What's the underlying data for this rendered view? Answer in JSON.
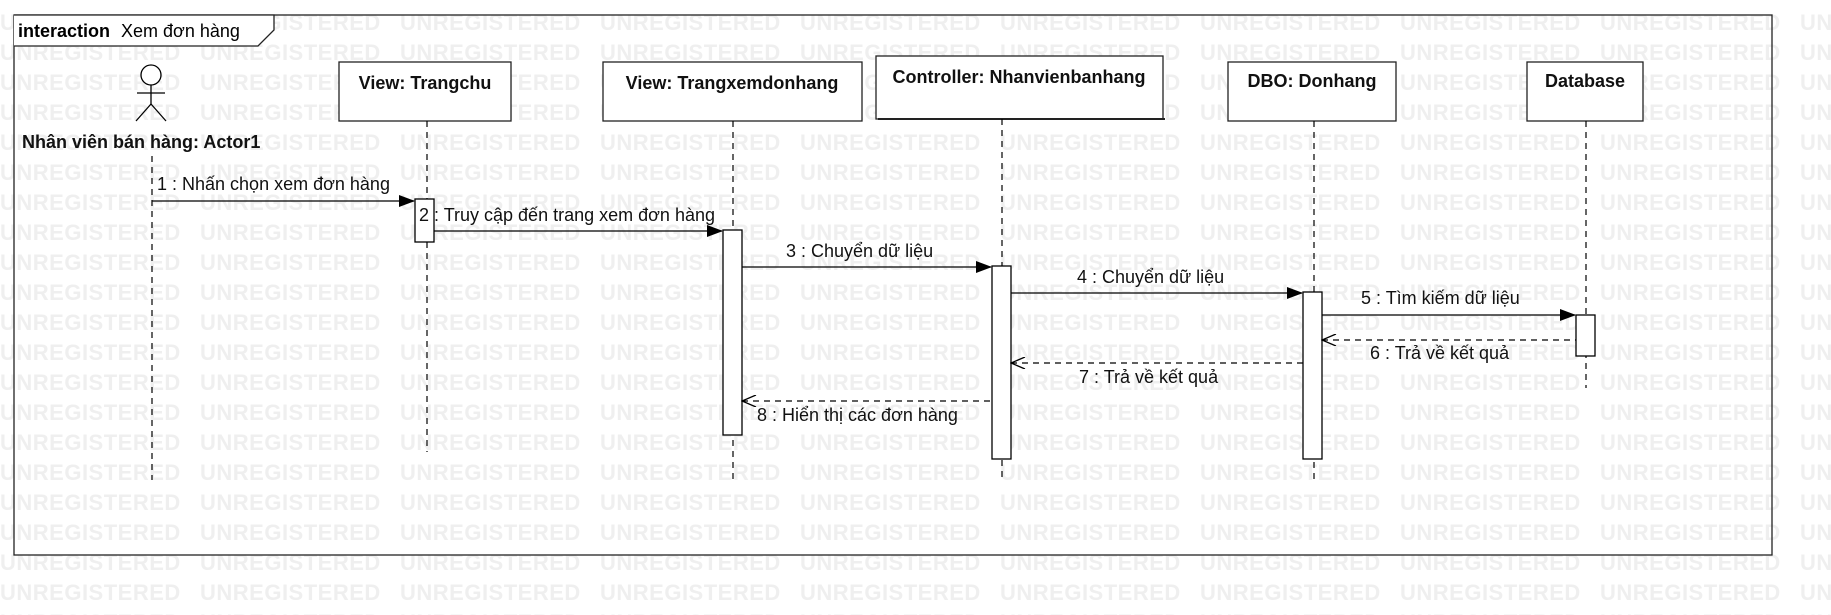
{
  "watermark": "UNREGISTERED",
  "frame": {
    "keyword": "interaction",
    "name": "Xem đơn hàng"
  },
  "actor": {
    "name": "Nhân viên bán hàng: Actor1"
  },
  "lifelines": [
    {
      "id": "trangchu",
      "title": "View: Trangchu"
    },
    {
      "id": "trangxem",
      "title": "View: Trangxemdonhang"
    },
    {
      "id": "controller",
      "title": "Controller: Nhanvienbanhang"
    },
    {
      "id": "dbo",
      "title": "DBO: Donhang"
    },
    {
      "id": "database",
      "title": "Database"
    }
  ],
  "messages": [
    {
      "id": "m1",
      "label": "1 : Nhấn chọn xem đơn hàng",
      "kind": "sync"
    },
    {
      "id": "m2",
      "label": "2 : Truy cập đến trang xem đơn hàng",
      "kind": "sync"
    },
    {
      "id": "m3",
      "label": "3 : Chuyển dữ liệu",
      "kind": "sync"
    },
    {
      "id": "m4",
      "label": "4 : Chuyển dữ liệu",
      "kind": "sync"
    },
    {
      "id": "m5",
      "label": "5 : Tìm kiếm dữ liệu",
      "kind": "sync"
    },
    {
      "id": "m6",
      "label": "6 : Trả về kết quả",
      "kind": "return"
    },
    {
      "id": "m7",
      "label": "7 : Trả về kết quả",
      "kind": "return"
    },
    {
      "id": "m8",
      "label": "8 : Hiển thị các đơn hàng",
      "kind": "return"
    }
  ]
}
